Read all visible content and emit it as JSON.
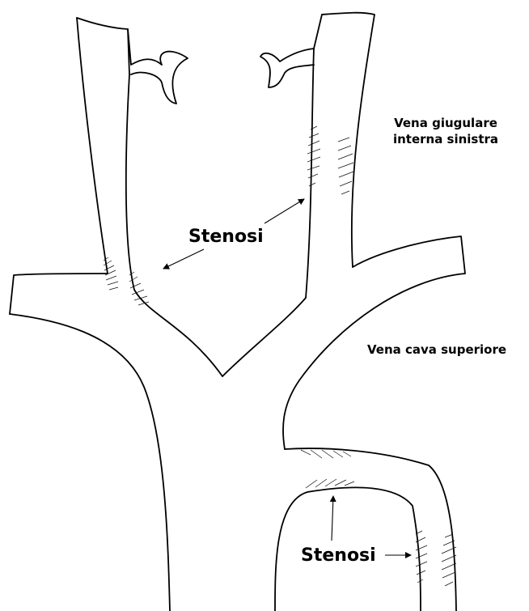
{
  "labels": {
    "stenosi_top": "Stenosi",
    "jugular_line1": "Vena giugulare",
    "jugular_line2": "interna sinistra",
    "cava": "Vena cava superiore",
    "stenosi_bottom": "Stenosi"
  },
  "colors": {
    "stroke": "#000000",
    "background": "#ffffff"
  }
}
